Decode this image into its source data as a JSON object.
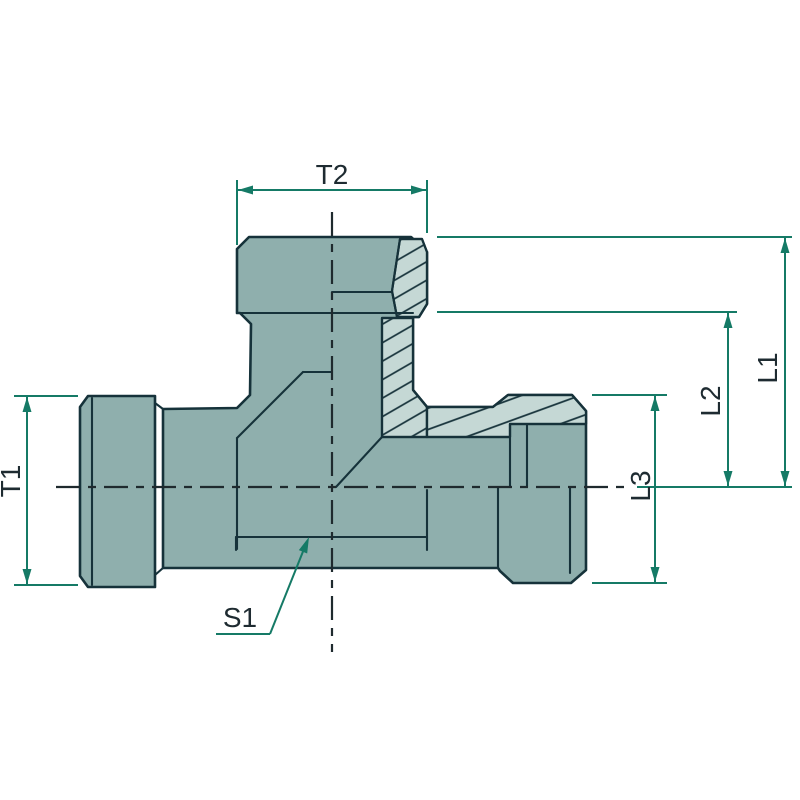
{
  "drawing": {
    "type": "technical-dimension-drawing",
    "subject": "tee-fitting-half-section"
  },
  "labels": {
    "t2": "T2",
    "t1": "T1",
    "l1": "L1",
    "l2": "L2",
    "l3": "L3",
    "s1": "S1"
  },
  "colors": {
    "bg": "#ffffff",
    "body-fill": "#8fafad",
    "hatch-fill": "#c5d8d5",
    "line-dark": "#16323a",
    "centerline": "#1f2a2e",
    "dim-green": "#157a66",
    "label-ink": "#1e2b31"
  }
}
